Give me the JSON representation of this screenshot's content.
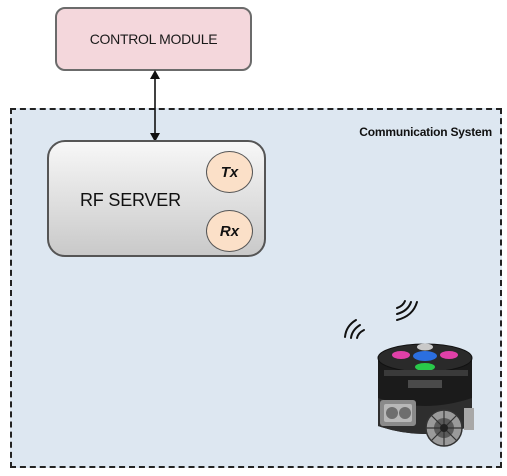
{
  "control_module": {
    "label": "CONTROL MODULE"
  },
  "communication_system": {
    "label": "Communication System"
  },
  "rf_server": {
    "label": "RF SERVER",
    "ports": {
      "tx": "Tx",
      "rx": "Rx"
    }
  },
  "colors": {
    "control_module_fill": "#f4d7dc",
    "region_fill": "#dde7f1",
    "port_fill": "#fbe0c8"
  },
  "icons": {
    "link": "bidirectional-arrow-icon",
    "wireless": "wireless-wave-icon",
    "robot": "robot-icon"
  }
}
